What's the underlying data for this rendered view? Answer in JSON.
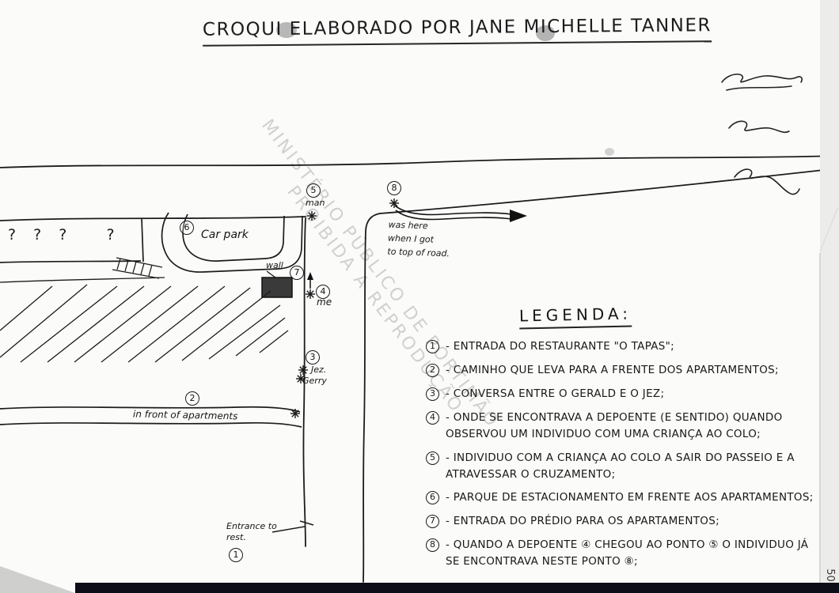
{
  "page": {
    "title": "CROQUI ELABORADO POR JANE MICHELLE TANNER",
    "page_number": "50"
  },
  "watermark": {
    "line1": "MINISTÉRIO PÚBLICO DE PORTIMÃO",
    "line2": "PROIBIDA A REPRODUÇÃO"
  },
  "sketch": {
    "markers": [
      "1",
      "2",
      "3",
      "4",
      "5",
      "6",
      "7",
      "8"
    ],
    "labels": {
      "question_marks": "? ? ?   ?",
      "car_park": "Car park",
      "wall": "wall",
      "man": "man",
      "me": "me",
      "jez": "Jez.",
      "gerry": "Gerry",
      "in_front_of_apartments": "in front of apartments",
      "was_here_line1": "was here",
      "was_here_line2": "when I got",
      "was_here_line3": "to top of road.",
      "entrance_line1": "Entrance to",
      "entrance_line2": "rest."
    }
  },
  "legend": {
    "heading": "LEGENDA:",
    "items": [
      {
        "num": "1",
        "text": "- ENTRADA DO RESTAURANTE \"O TAPAS\";"
      },
      {
        "num": "2",
        "text": "- CAMINHO QUE LEVA PARA A FRENTE DOS APARTAMENTOS;"
      },
      {
        "num": "3",
        "text": "- CONVERSA ENTRE O GERALD E O JEZ;"
      },
      {
        "num": "4",
        "text": "- ONDE SE ENCONTRAVA A DEPOENTE (E SENTIDO) QUANDO OBSERVOU UM INDIVIDUO COM UMA CRIANÇA AO COLO;"
      },
      {
        "num": "5",
        "text": "- INDIVIDUO COM A CRIANÇA AO COLO A SAIR DO PASSEIO E A ATRAVESSAR O CRUZAMENTO;"
      },
      {
        "num": "6",
        "text": "- PARQUE DE ESTACIONAMENTO EM FRENTE AOS APARTAMENTOS;"
      },
      {
        "num": "7",
        "text": "- ENTRADA DO PRÉDIO PARA OS APARTAMENTOS;"
      },
      {
        "num": "8",
        "text": "- QUANDO A DEPOENTE ④ CHEGOU AO PONTO ⑤ O INDIVIDUO JÁ SE ENCONTRAVA NESTE PONTO ⑧;"
      }
    ]
  }
}
